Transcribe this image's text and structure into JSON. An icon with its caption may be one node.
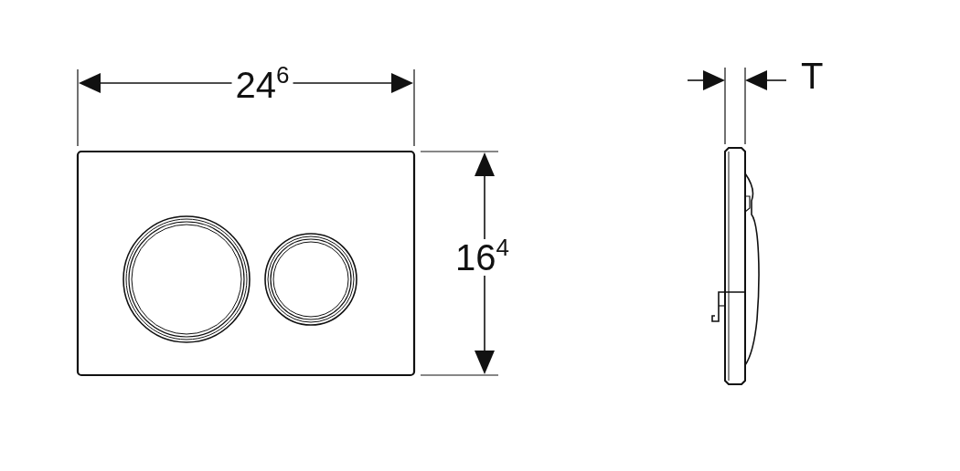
{
  "diagram": {
    "labels": [
      "24$^{6}$",
      "16$^{4}$",
      "T"
    ]
  }
}
